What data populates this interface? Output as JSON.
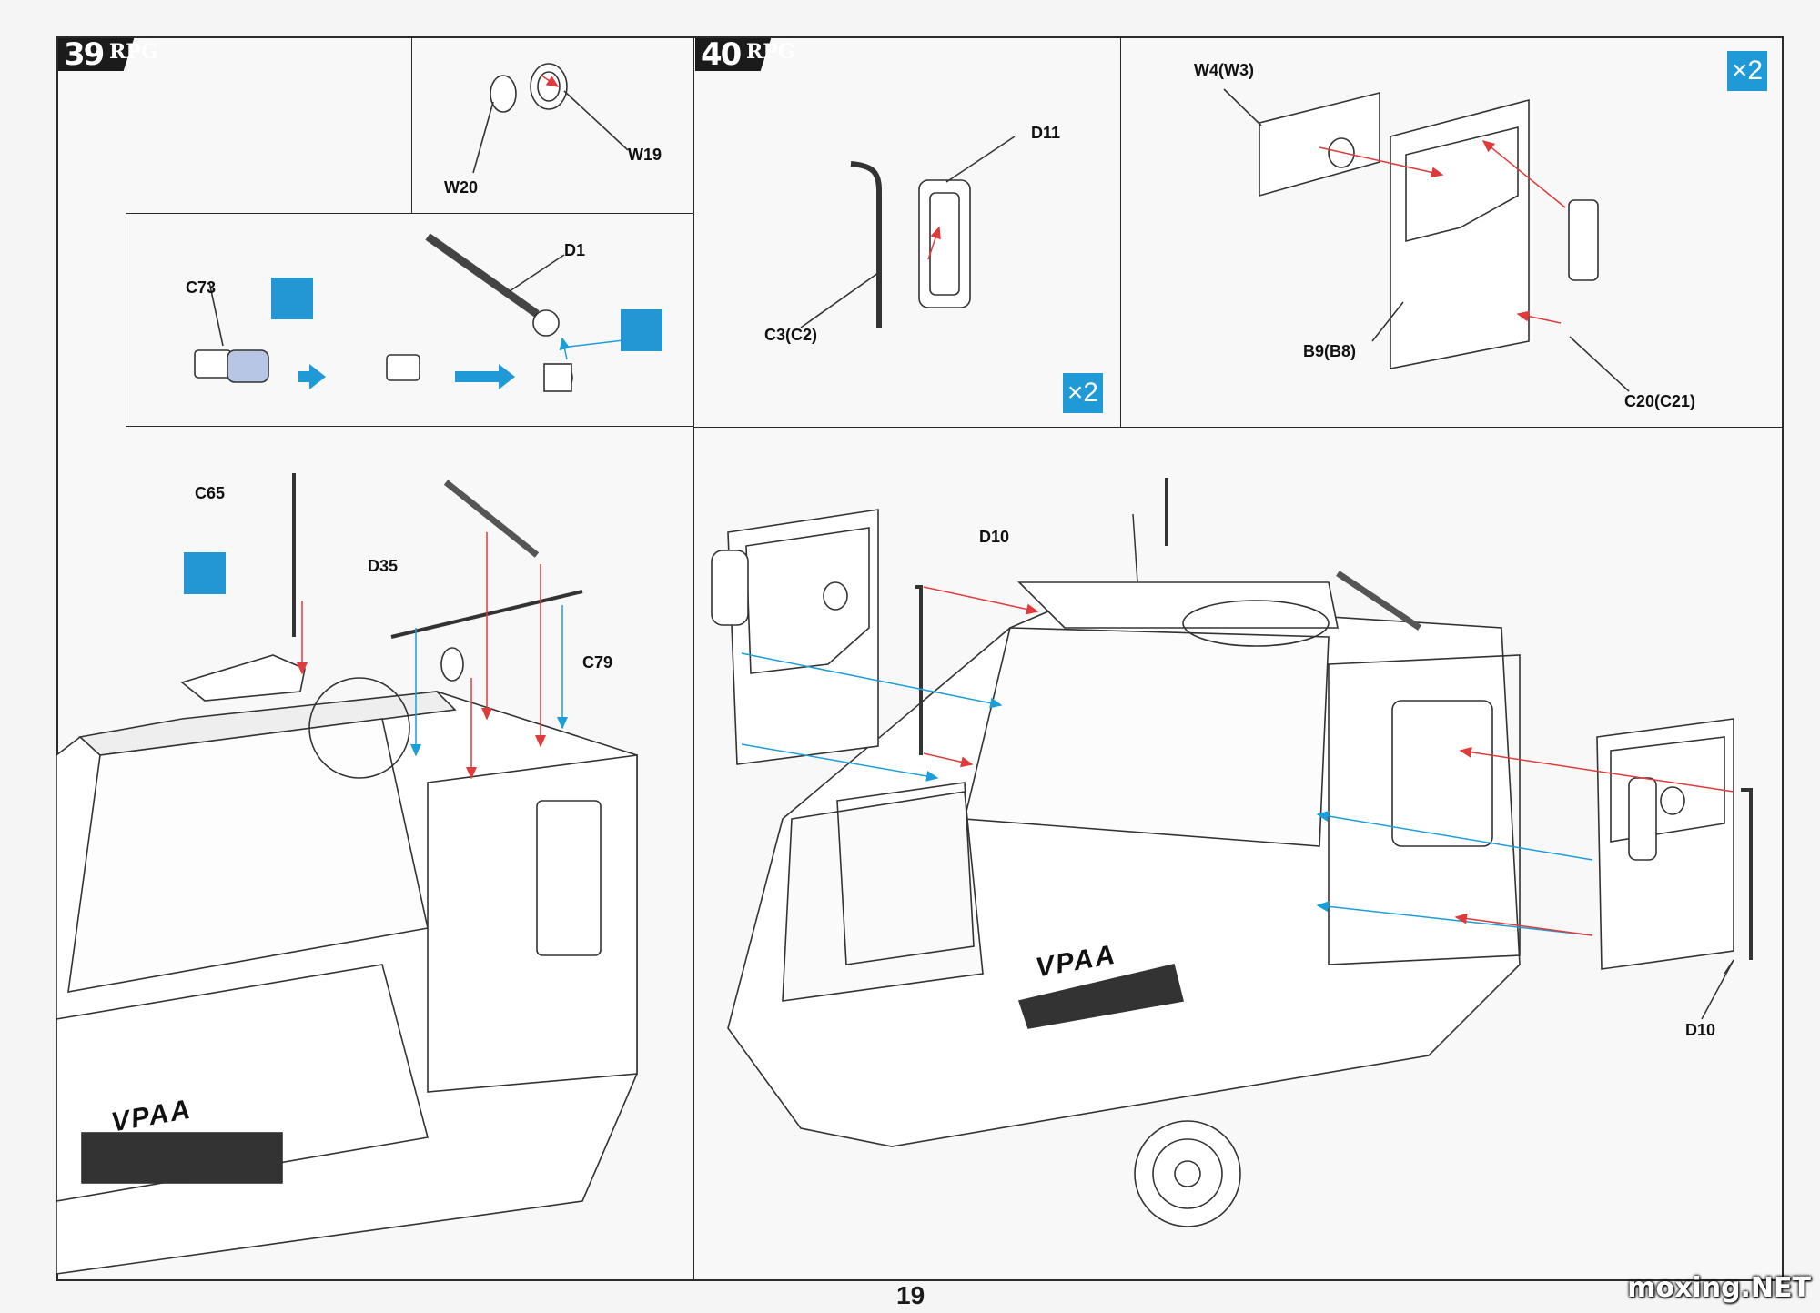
{
  "step39": {
    "number": "39",
    "brand": "RPG"
  },
  "step40": {
    "number": "40",
    "brand": "RPG"
  },
  "labels": {
    "w20": "W20",
    "w19": "W19",
    "d1": "D1",
    "c73": "C73",
    "c65": "C65",
    "d35": "D35",
    "c79": "C79",
    "d11": "D11",
    "c3c2": "C3(C2)",
    "w4w3": "W4(W3)",
    "b9b8": "B9(B8)",
    "c20c21": "C20(C21)",
    "d10_top": "D10",
    "d10_bottom": "D10"
  },
  "multiplier_d11": "×2",
  "multiplier_door": "×2",
  "vehicle_marking": "VPAA",
  "page_number": "19",
  "watermark": "moxing.NET",
  "colors": {
    "accent_blue": "#1f9ad6",
    "arrow_red": "#e03a3a",
    "arrow_blue": "#1a9fd8"
  }
}
